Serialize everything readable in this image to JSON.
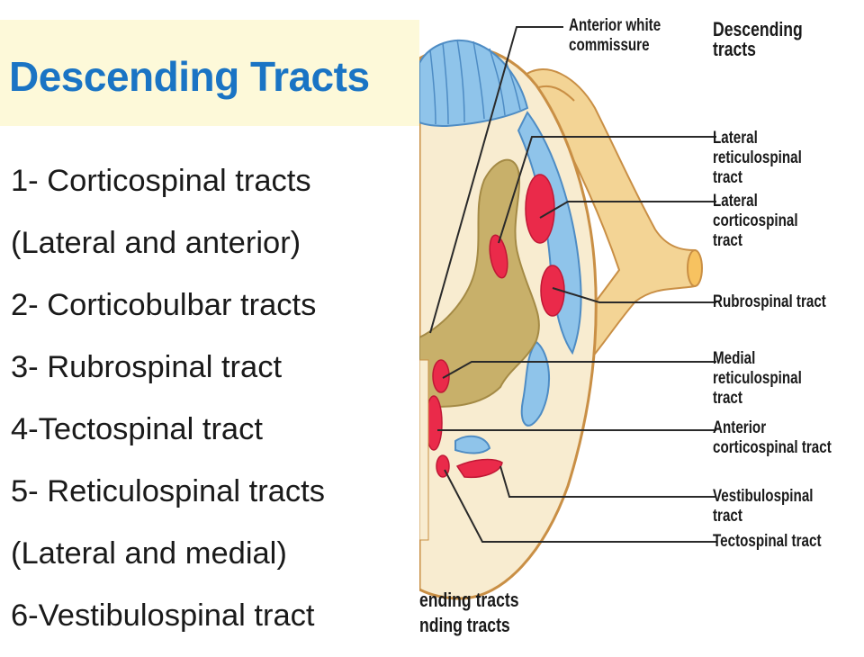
{
  "slide": {
    "title": "Descending Tracts",
    "items": [
      "1- Corticospinal tracts",
      "(Lateral and anterior)",
      "2- Corticobulbar tracts",
      "3- Rubrospinal tract",
      "4-Tectospinal tract",
      "5- Reticulospinal tracts",
      "(Lateral and medial)",
      "6-Vestibulospinal tract"
    ]
  },
  "figure": {
    "header": "Descending tracts",
    "labels": {
      "anterior_white_commissure": "Anterior white\ncommissure",
      "lateral_reticulospinal": "Lateral\nreticulospinal tract",
      "lateral_corticospinal": "Lateral\ncorticospinal\ntract",
      "rubrospinal": "Rubrospinal tract",
      "medial_reticulospinal": "Medial\nreticulospinal tract",
      "anterior_corticospinal": "Anterior\ncorticospinal tract",
      "vestibulospinal": "Vestibulospinal tract",
      "tectospinal": "Tectospinal tract"
    },
    "legend_fragments": [
      "ending tracts",
      "nding tracts"
    ],
    "colors": {
      "descending_tract": "#ea2a4a",
      "ascending_tract": "#8fc4ea",
      "grey_matter": "#c8b06a",
      "white_matter": "#f8ecd0",
      "nerve_root": "#f3d495"
    }
  }
}
